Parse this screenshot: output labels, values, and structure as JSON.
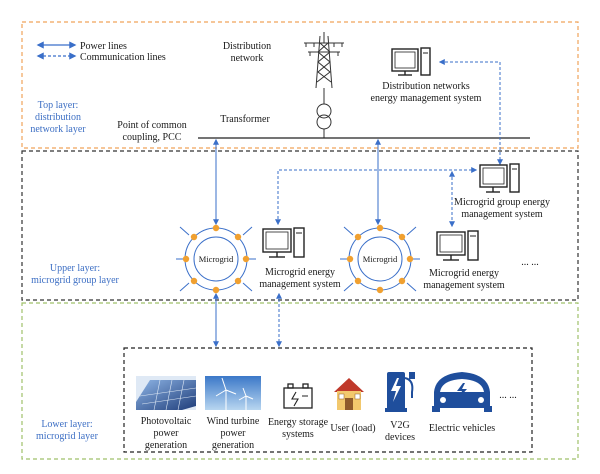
{
  "legend": {
    "power_lines": "Power lines",
    "communication_lines": "Communication lines"
  },
  "layers": {
    "top": [
      "Top layer:",
      "distribution",
      "network layer"
    ],
    "upper": [
      "Upper layer:",
      "microgrid group layer"
    ],
    "lower": [
      "Lower layer:",
      "microgrid layer"
    ]
  },
  "top_layer": {
    "distribution_network": [
      "Distribution",
      "network"
    ],
    "transformer": "Transformer",
    "pcc": [
      "Point of common",
      "coupling, PCC"
    ],
    "dnems": [
      "Distribution networks",
      "energy management system"
    ]
  },
  "upper_layer": {
    "microgrid_label": "Microgrid",
    "mgems": [
      "Microgrid energy",
      "management system"
    ],
    "group_ems": [
      "Microgrid group energy",
      "management system"
    ],
    "ellipsis": "... ..."
  },
  "lower_layer": {
    "devices": [
      {
        "icon": "solar-panel-icon",
        "label": [
          "Photovoltaic",
          "power",
          "generation"
        ]
      },
      {
        "icon": "wind-turbine-icon",
        "label": [
          "Wind turbine",
          "power",
          "generation"
        ]
      },
      {
        "icon": "battery-icon",
        "label": [
          "Energy storage",
          "systems"
        ]
      },
      {
        "icon": "house-icon",
        "label": [
          "User (load)"
        ]
      },
      {
        "icon": "charging-station-icon",
        "label": [
          "V2G",
          "devices"
        ]
      },
      {
        "icon": "electric-car-icon",
        "label": [
          "Electric vehicles"
        ]
      }
    ],
    "ellipsis": "... ..."
  },
  "colors": {
    "top_border": "#f0a35a",
    "upper_border": "#333333",
    "lower_border": "#9fc06a",
    "line_blue": "#3a6fc9",
    "node_orange": "#f0a030"
  }
}
